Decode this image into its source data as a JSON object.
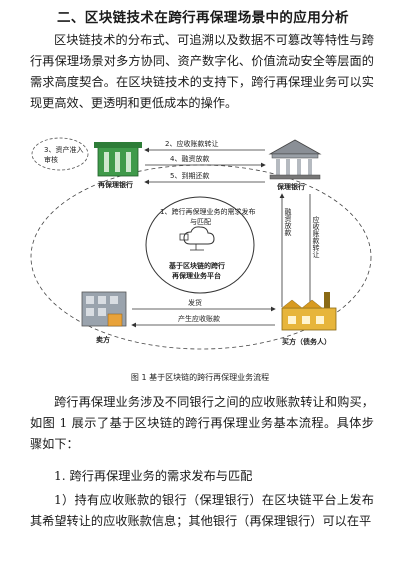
{
  "heading": "二、区块链技术在跨行再保理场景中的应用分析",
  "paragraphs": {
    "intro": "区块链技术的分布式、可追溯以及数据不可篡改等特性与跨行再保理场景对多方协同、资产数字化、价值流动安全等层面的需求高度契合。在区块链技术的支持下，跨行再保理业务可以实现更高效、更透明和更低成本的操作。",
    "flow_intro": "跨行再保理业务涉及不同银行之间的应收账款转让和购买，如图 1 展示了基于区块链的跨行再保理业务基本流程。具体步骤如下：",
    "step1_title": "1. 跨行再保理业务的需求发布与匹配",
    "step1_body": "1）持有应收账款的银行（保理银行）在区块链平台上发布其希望转让的应收账款信息；其他银行（再保理银行）可以在平"
  },
  "figure": {
    "caption": "图 1 基于区块链的跨行再保理业务流程",
    "nodes": {
      "refactor_bank": "再保理银行",
      "factor_bank": "保理银行",
      "seller": "卖方",
      "buyer": "买方（债务人）",
      "platform_line1": "基于区块链的跨行",
      "platform_line2": "再保理业务平台"
    },
    "steps": {
      "s1_line1": "1、跨行再保理业务的需求发布",
      "s1_line2": "与匹配",
      "s2": "2、应收账款转让",
      "s3_line1": "3、资产准入",
      "s3_line2": "审核",
      "s4": "4、融资放款",
      "s5": "5、到期还款"
    },
    "vertical": {
      "financing": "融资放款",
      "transfer": "应收账款转让"
    },
    "bottom": {
      "delivery": "发货",
      "receivable": "产生应收账款"
    }
  }
}
